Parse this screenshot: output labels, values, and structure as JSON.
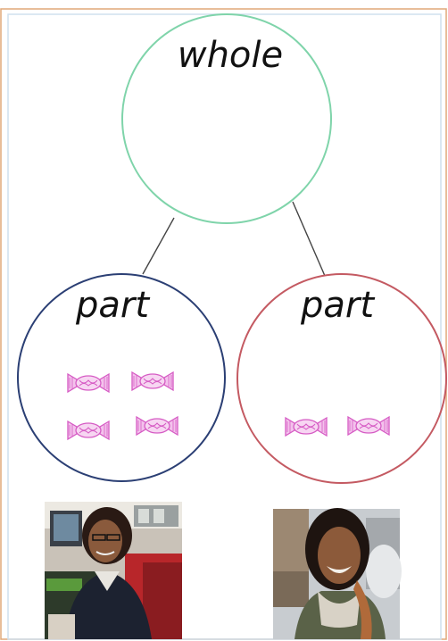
{
  "diagram": {
    "whole": {
      "label": "whole",
      "color": "#7fd4aa"
    },
    "left_part": {
      "label": "part",
      "color": "#2b3f74",
      "candy_count": 4
    },
    "right_part": {
      "label": "part",
      "color": "#c45a62",
      "candy_count": 2
    },
    "connector_color": "#444444",
    "candy_color": "#d65bc4"
  },
  "frame": {
    "outer_border_color": "#e0a878",
    "inner_border_color": "#cfe0ee"
  },
  "photos": [
    {
      "description_icon": "person-photo-office"
    },
    {
      "description_icon": "person-photo-outdoor"
    }
  ]
}
